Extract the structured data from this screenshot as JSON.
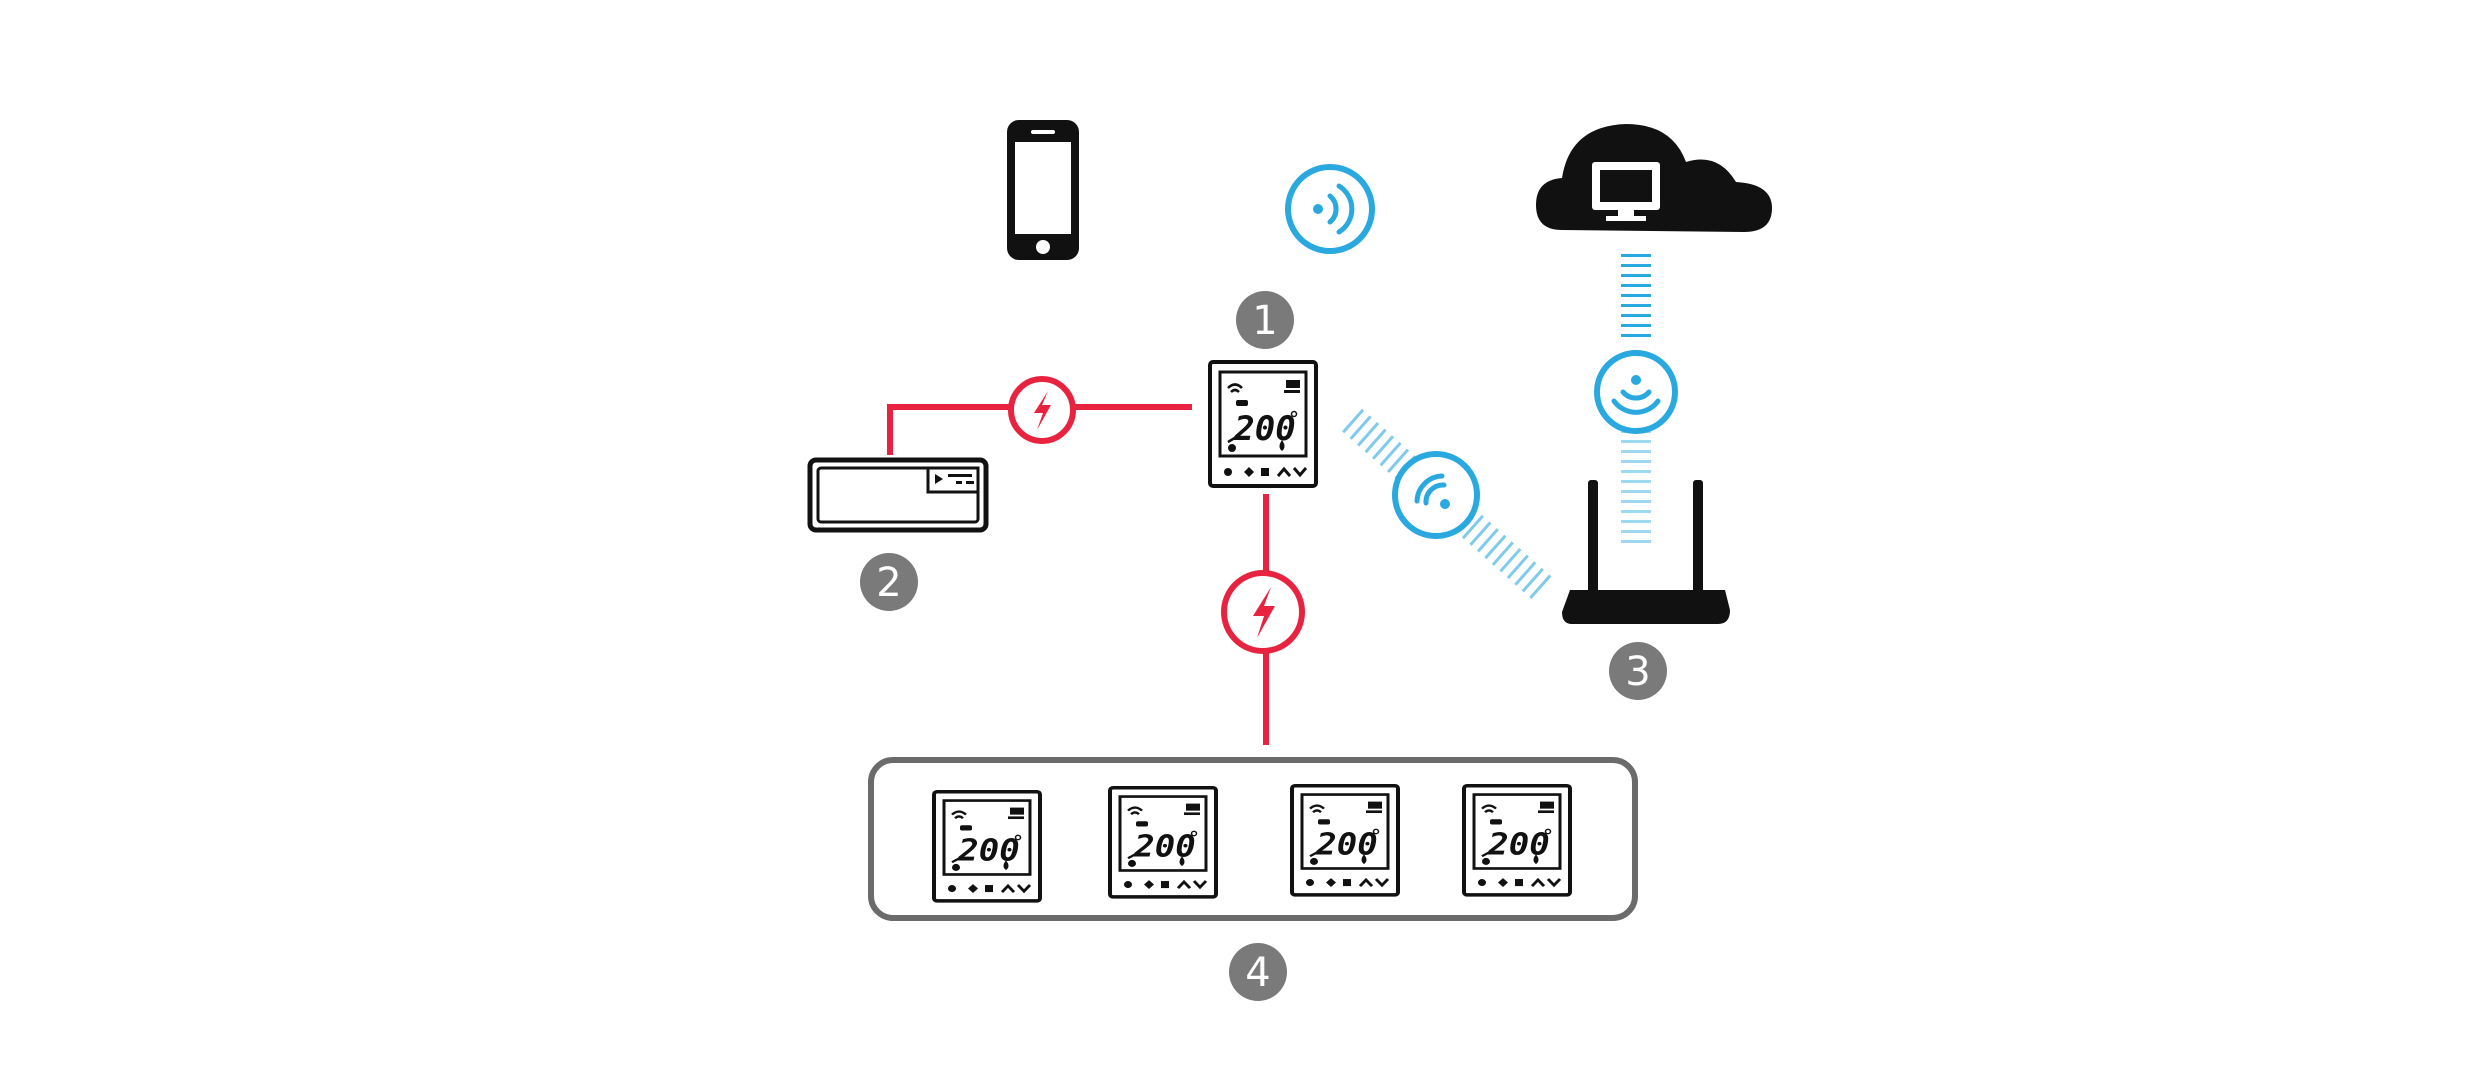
{
  "colors": {
    "power": "#e8233f",
    "wifi": "#29a9e0",
    "device": "#111111",
    "badge": "#7a7a7a",
    "group_border": "#6b6b6b"
  },
  "badges": [
    "1",
    "2",
    "3",
    "4"
  ],
  "thermostat": {
    "reading": "200"
  },
  "icons": {
    "phone": "smartphone-icon",
    "cloud": "cloud-computer-icon",
    "router": "wifi-router-icon",
    "receiver": "receiver-box-icon",
    "thermostat": "thermostat-icon",
    "power": "lightning-icon",
    "wifi": "wifi-signal-icon"
  },
  "group": {
    "thermostat_count": 4
  }
}
